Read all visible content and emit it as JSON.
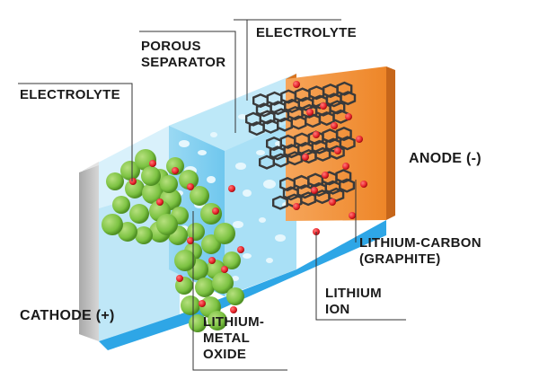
{
  "labels": {
    "electrolyte_top": "ELECTROLYTE",
    "porous_separator_1": "POROUS",
    "porous_separator_2": "SEPARATOR",
    "electrolyte_left": "ELECTROLYTE",
    "anode": "ANODE (-)",
    "lithium_carbon_1": "LITHIUM-CARBON",
    "lithium_carbon_2": "(GRAPHITE)",
    "lithium_ion_1": "LITHIUM",
    "lithium_ion_2": "ION",
    "cathode": "CATHODE (+)",
    "lithium_metal_oxide_1": "LITHIUM-",
    "lithium_metal_oxide_2": "METAL",
    "lithium_metal_oxide_3": "OXIDE"
  },
  "colors": {
    "cathode_plate": "#c8c8c8",
    "anode_plate": "#f3933f",
    "electrolyte_front": "#bfe7f7",
    "electrolyte_top": "#d9f1fb",
    "separator": "#7fd0f1",
    "bottom_blue": "#2ea6e6",
    "lithium_metal_oxide": "#7cc242",
    "lithium_ion": "#e8232a",
    "graphite": "#3a3a3a",
    "leader_line": "#333333"
  }
}
